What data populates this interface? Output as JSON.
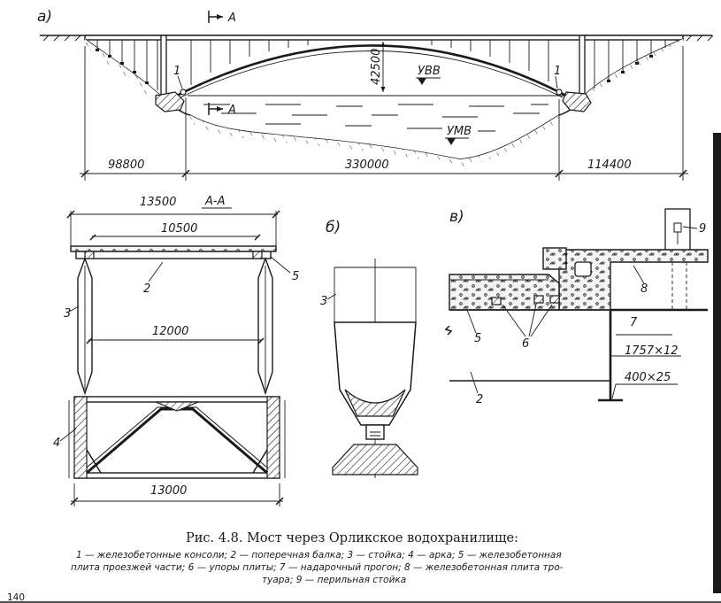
{
  "figure": {
    "panel_labels": {
      "a": "а)",
      "b": "б)",
      "v": "в)"
    },
    "section_marker": "A",
    "section_title": "А-А",
    "elevation": {
      "rise": "42500",
      "high_water": "УВВ",
      "low_water": "УМВ",
      "left_span": "98800",
      "main_span": "330000",
      "right_span": "114400",
      "callout_1": "1"
    },
    "cross_section": {
      "overall_width": "13500",
      "roadway_width": "10500",
      "column_spacing": "12000",
      "arch_width": "13000",
      "label_2": "2",
      "label_3": "3",
      "label_4": "4",
      "label_5": "5"
    },
    "detail_b": {
      "label_3": "3"
    },
    "detail_v": {
      "label_2": "2",
      "label_5": "5",
      "label_6": "6",
      "label_7": "7",
      "label_8": "8",
      "label_9": "9",
      "web_plate": "1757×12",
      "flange_plate": "400×25"
    }
  },
  "caption": {
    "title": "Рис. 4.8. Мост через Орликское водохранилище:",
    "legend_lines": [
      "1 — железобетонные консоли; 2 — поперечная балка; 3 — стойка; 4 — арка; 5 — железобетонная",
      "плита проезжей части; 6 — упоры плиты; 7 — надарочный прогон; 8 — железобетонная плита тро-",
      "туара; 9 — перильная стойка"
    ]
  },
  "page_number": "140"
}
